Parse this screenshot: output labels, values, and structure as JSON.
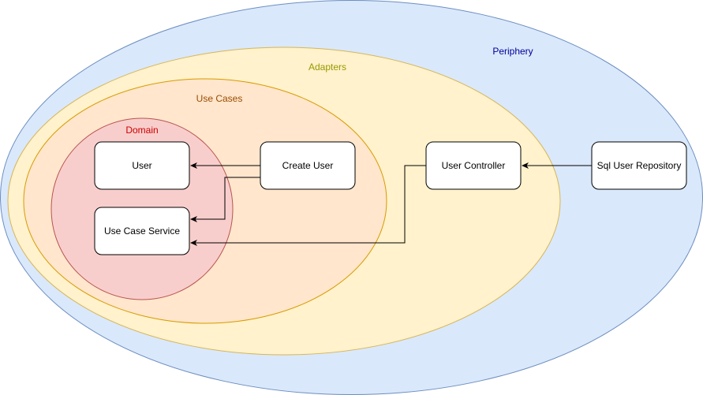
{
  "layers": [
    {
      "id": "periphery",
      "label": "Periphery",
      "fill": "#dae8fc",
      "stroke": "#6c8ebf",
      "label_color": "#000099"
    },
    {
      "id": "adapters",
      "label": "Adapters",
      "fill": "#fff2cc",
      "stroke": "#d6b656",
      "label_color": "#999900"
    },
    {
      "id": "use-cases",
      "label": "Use Cases",
      "fill": "#ffe6cc",
      "stroke": "#d79b00",
      "label_color": "#994c00"
    },
    {
      "id": "domain",
      "label": "Domain",
      "fill": "#f8cecc",
      "stroke": "#b85450",
      "label_color": "#cc0000"
    }
  ],
  "nodes": {
    "user": "User",
    "use_case_service": "Use Case Service",
    "create_user": "Create User",
    "user_controller": "User Controller",
    "sql_user_repository": "Sql User Repository"
  },
  "edges": [
    {
      "from": "Create User",
      "to": "User"
    },
    {
      "from": "Create User",
      "to": "Use Case Service"
    },
    {
      "from": "User Controller",
      "to": "Use Case Service"
    },
    {
      "from": "Sql User Repository",
      "to": "User Controller"
    }
  ]
}
